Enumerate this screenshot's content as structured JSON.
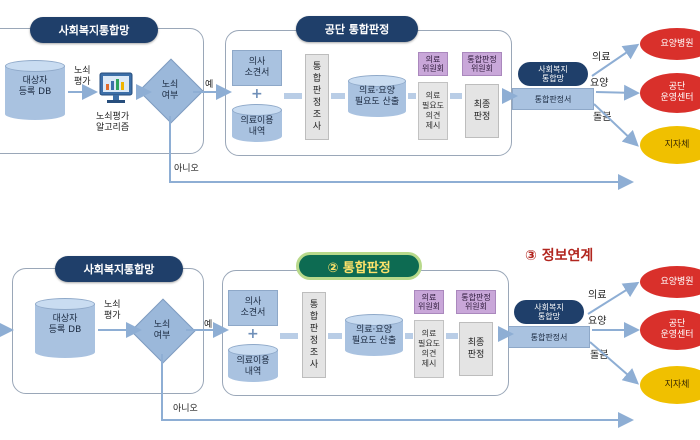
{
  "top": {
    "org_title": "사회복지통합망",
    "judgement_title": "공단 통합판정",
    "db": "대상자\n등록 DB",
    "neuro_eval": "노쇠\n평가",
    "algorithm": "노쇠평가\n알고리즘",
    "decision": "노쇠\n여부",
    "yes": "예",
    "no": "아니오",
    "doctor": "의사\n소견서",
    "history": "의료이용\n내역",
    "survey": "통\n합\n판\n정\n조\n사",
    "need_calc": "의료·요양\n필요도 산출",
    "committee": "의료\n위원회",
    "need_opinion": "의료\n필요도\n의견\n제시",
    "joint_committee": "통합판정\n위원회",
    "final": "최종\n판정",
    "hub": "사회복지\n통합망",
    "hub_doc": "통합판정서",
    "route_medical": "의료",
    "route_care": "요양",
    "route_care2": "돌봄",
    "dest_hospital": "요양병원",
    "dest_center": "공단\n운영센터",
    "dest_local": "지자체"
  },
  "bottom": {
    "org_title": "사회복지통합망",
    "judgement_title": "② 통합판정",
    "link_title": "③ 정보연계",
    "db": "대상자\n등록 DB",
    "neuro_eval": "노쇠\n평가",
    "decision": "노쇠\n여부",
    "yes": "예",
    "no": "아니오",
    "doctor": "의사\n소견서",
    "history": "의료이용\n내역",
    "survey": "통\n합\n판\n정\n조\n사",
    "need_calc": "의료·요양\n필요도 산출",
    "committee": "의료\n위원회",
    "need_opinion": "의료\n필요도\n의견\n제시",
    "joint_committee": "통합판정\n위원회",
    "final": "최종\n판정",
    "hub": "사회복지\n통합망",
    "hub_doc": "통합판정서",
    "route_medical": "의료",
    "route_care": "요양",
    "route_care2": "돌봄",
    "dest_hospital": "요양병원",
    "dest_center": "공단\n운영센터",
    "dest_local": "지자체"
  }
}
